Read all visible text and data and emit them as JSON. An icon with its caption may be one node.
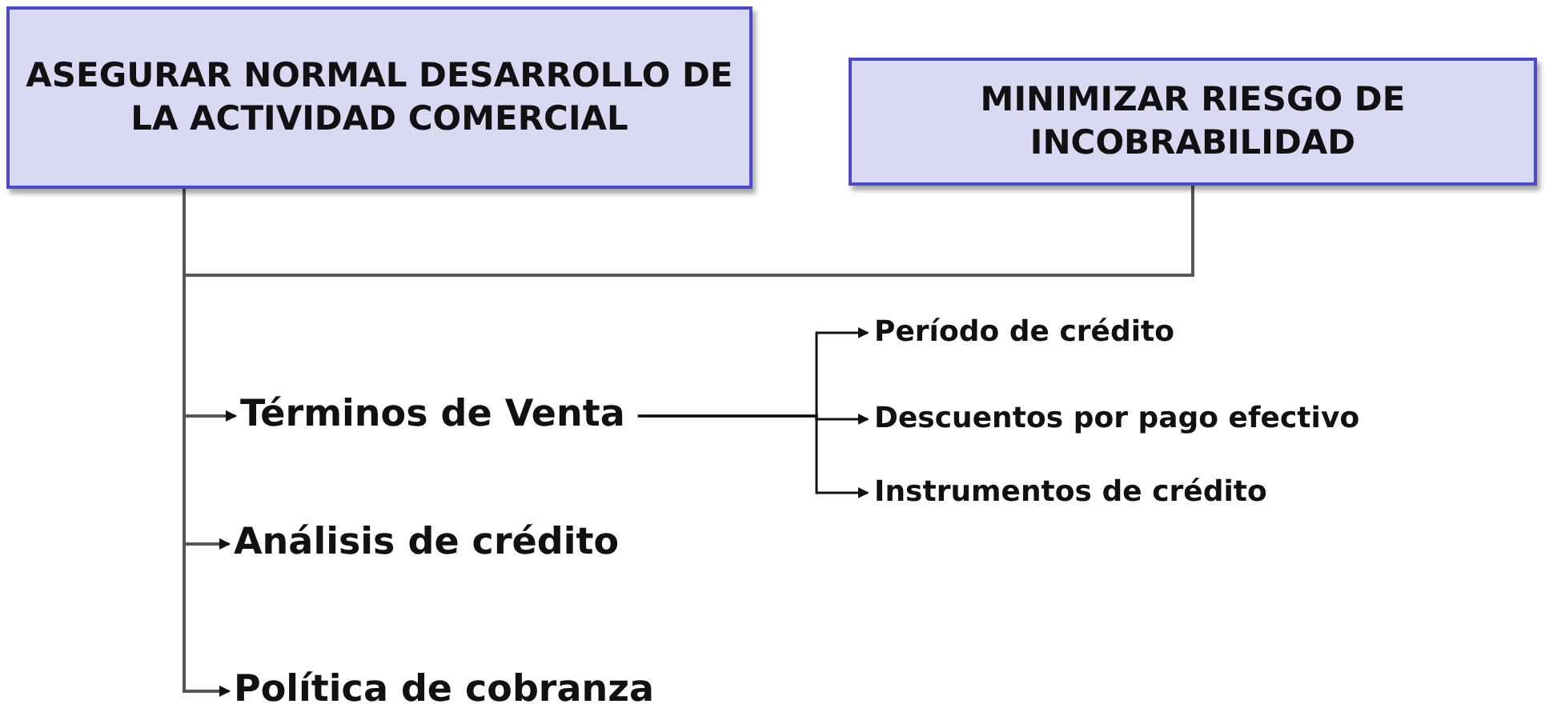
{
  "diagram": {
    "nodes": [
      {
        "text": [
          "ASEGURAR NORMAL DESARROLLO DE LA ACTIVIDAD COMERCIAL"
        ]
      },
      {
        "text": [
          "MINIMIZAR RIESGO DE INCOBRABILIDAD"
        ]
      },
      {
        "text": [
          "Términos de Venta"
        ]
      },
      {
        "text": [
          "Análisis de crédito"
        ]
      },
      {
        "text": [
          "Política de cobranza"
        ]
      },
      {
        "text": [
          "Período de crédito"
        ]
      },
      {
        "text": [
          "Descuentos por pago efectivo"
        ]
      },
      {
        "text": [
          "Instrumentos de crédito"
        ]
      }
    ],
    "edges": [
      {
        "from": 0,
        "to": 2,
        "arrow": "to"
      },
      {
        "from": 0,
        "to": 3,
        "arrow": "to"
      },
      {
        "from": 0,
        "to": 4,
        "arrow": "to"
      },
      {
        "from": 1,
        "to": 2,
        "arrow": "to"
      },
      {
        "from": 1,
        "to": 3,
        "arrow": "to"
      },
      {
        "from": 1,
        "to": 4,
        "arrow": "to"
      },
      {
        "from": 2,
        "to": 5,
        "arrow": "to"
      },
      {
        "from": 2,
        "to": 6,
        "arrow": "to"
      },
      {
        "from": 2,
        "to": 7,
        "arrow": "to"
      }
    ]
  }
}
